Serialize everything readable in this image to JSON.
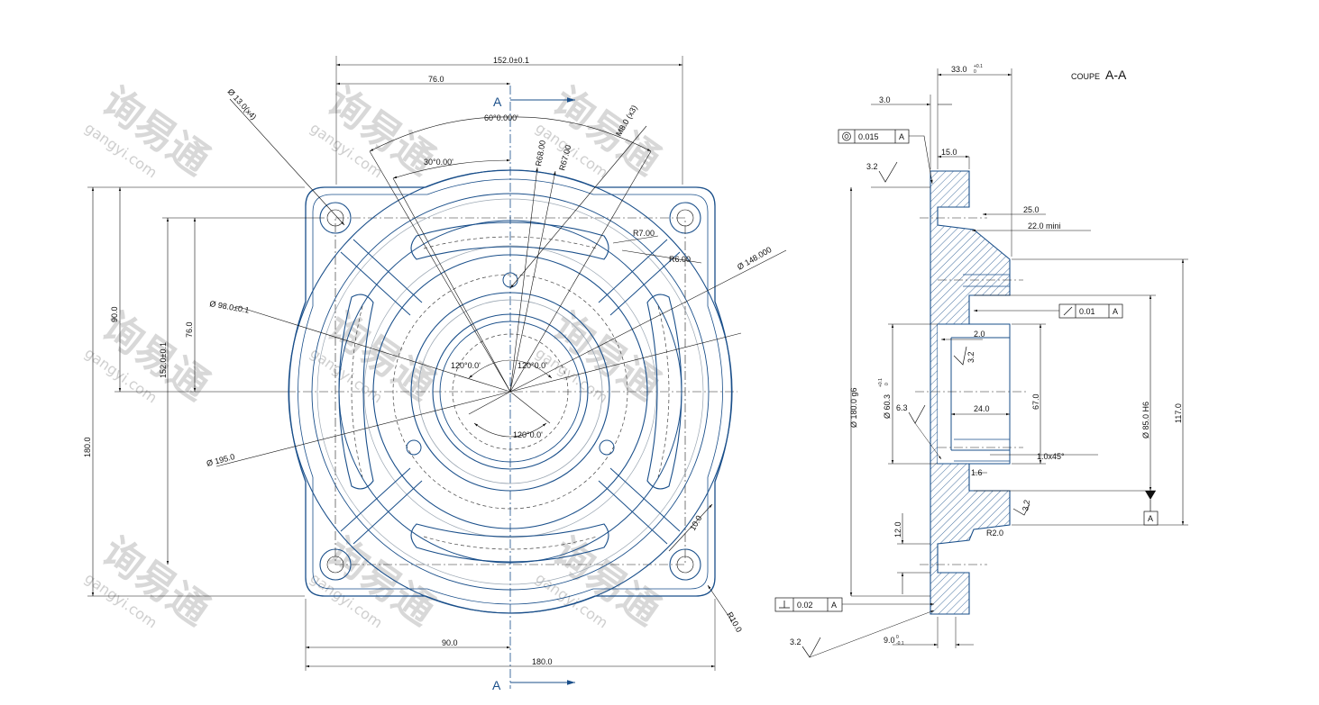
{
  "watermark": {
    "brand_cn": "询易通",
    "brand_url": "gangyi.com"
  },
  "front_view": {
    "section_marker": "A",
    "dims": {
      "overall_width_top": "152.0±0.1",
      "half_width_top": "76.0",
      "angle_60": "60°0.000'",
      "angle_30": "30°0.00'",
      "hole_dia": "Ø 13.0(x4)",
      "thread": "M8.0 (x3)",
      "r68": "R68.00",
      "r67": "R67.00",
      "r7": "R7.00",
      "r6": "R6.00",
      "d148": "Ø 148.000",
      "d98": "Ø 98.0±0.1",
      "d195": "Ø 195.0",
      "a120_left": "120°0.0'",
      "a120_right": "120°0.0'",
      "a120_bottom": "120°0.0'",
      "v90": "90.0",
      "v76": "76.0",
      "v152": "152.0±0.1",
      "v180": "180.0",
      "h90": "90.0",
      "h180": "180.0",
      "slot_w": "10.0",
      "r10": "R10.0"
    }
  },
  "section_view": {
    "title_prefix": "COUPE",
    "title_name": "A-A",
    "dims": {
      "d33": "33.0",
      "d33_tol": "+0.1",
      "d33_tol2": "0",
      "d3": "3.0",
      "d15": "15.0",
      "d25": "25.0",
      "d22": "22.0 mini",
      "d2": "2.0",
      "d24": "24.0",
      "d67": "67.0",
      "d117": "117.0",
      "d85": "Ø 85.0 H6",
      "d180g6": "Ø 180.0 g6",
      "d603": "Ø 60.3",
      "d603_tol": "+0.1",
      "d603_tol2": "0",
      "chamfer": "1.0x45°",
      "d16": "1.6",
      "d12": "12.0",
      "r2": "R2.0",
      "d9": "9.0",
      "d9_tol": "0",
      "d9_tol2": "-0.1"
    },
    "roughness": {
      "r32_a": "3.2",
      "r32_b": "3.2",
      "r32_c": "3.2",
      "r32_d": "3.2",
      "r63": "6.3"
    },
    "gdt": {
      "circularity_value": "0.015",
      "circularity_datum": "A",
      "runout_value": "0.01",
      "runout_datum": "A",
      "perp_value": "0.02",
      "perp_datum": "A",
      "datum_label": "A"
    }
  },
  "colors": {
    "part_line": "#1a4f8a",
    "dimension_line": "#111111",
    "hatch": "#1a4f8a"
  }
}
